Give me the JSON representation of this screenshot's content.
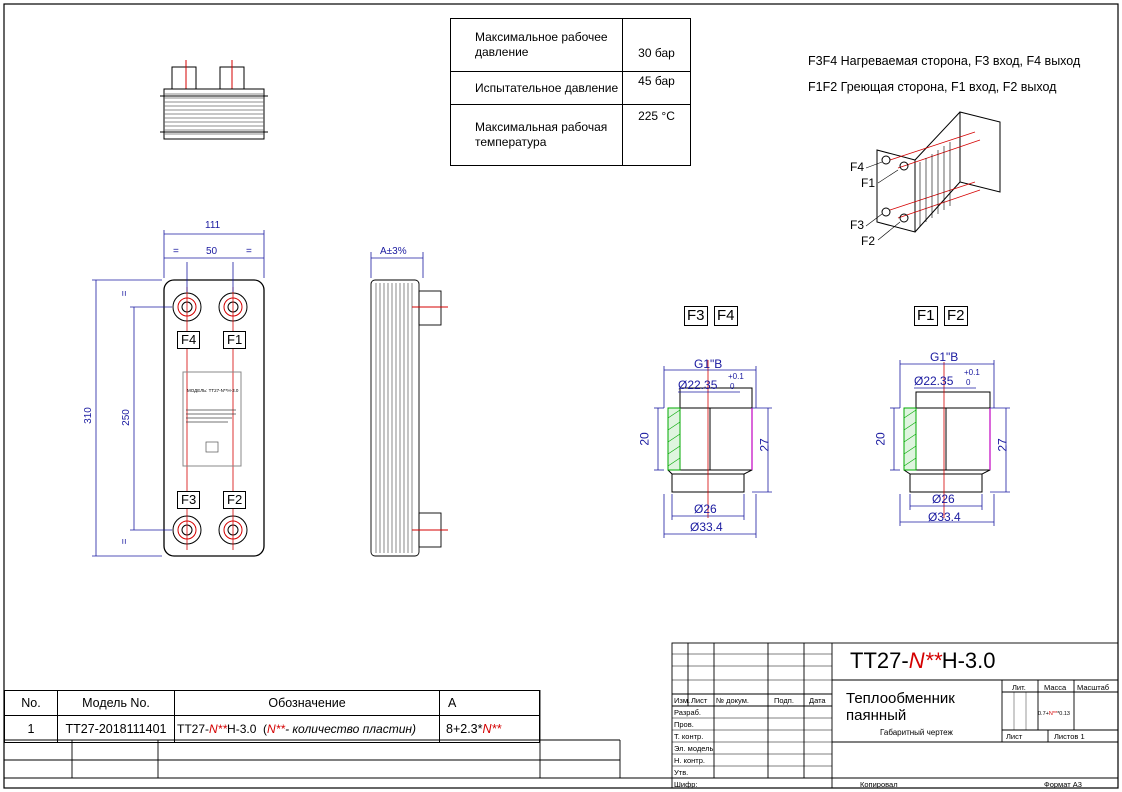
{
  "spec_table": [
    {
      "label": "Максимальное рабочее давление",
      "value": "30 бар"
    },
    {
      "label": "Испытательное давление",
      "value": "45 бар"
    },
    {
      "label": "Максимальная рабочая температура",
      "value": "225 °C"
    }
  ],
  "legend": {
    "line1": "F3F4 Нагреваемая сторона, F3 вход, F4 выход",
    "line2": "F1F2 Греющая сторона, F1 вход, F2 выход"
  },
  "iso_labels": {
    "f4": "F4",
    "f1": "F1",
    "f3": "F3",
    "f2": "F2"
  },
  "front_view": {
    "dim_width": "111",
    "dim_inner": "50",
    "eq": "=",
    "dim_height": "310",
    "dim_inner_height": "250",
    "ports": {
      "f4": "F4",
      "f1": "F1",
      "f3": "F3",
      "f2": "F2"
    },
    "nameplate_model": "МОДЕЛЬ: TT27-N**H-3.0"
  },
  "side_view": {
    "dim_a": "A±3%"
  },
  "section_left": {
    "labels": [
      "F3",
      "F4"
    ],
    "thread": "G1\"B",
    "d_inner": "Ø22.35",
    "tol_plus": "+0.1",
    "tol_zero": "0",
    "h_left": "20",
    "h_right": "27",
    "d_26": "Ø26",
    "d_33": "Ø33.4"
  },
  "section_right": {
    "labels": [
      "F1",
      "F2"
    ],
    "thread": "G1\"B",
    "d_inner": "Ø22.35",
    "tol_plus": "+0.1",
    "tol_zero": "0",
    "h_left": "20",
    "h_right": "27",
    "d_26": "Ø26",
    "d_33": "Ø33.4"
  },
  "parts_table": {
    "headers": [
      "No.",
      "Модель No.",
      "Обозначение",
      "A"
    ],
    "row": {
      "no": "1",
      "model": "TT27-2018111401",
      "designation_prefix": "TT27-",
      "designation_n": "N**",
      "designation_suffix": "H-3.0",
      "designation_open": "(",
      "designation_note_n": "N**",
      "designation_note": "- количество пластин)",
      "a_prefix": "8+2.3*",
      "a_n": "N**"
    }
  },
  "title_block": {
    "code_prefix": "TT27-",
    "code_n": "N**",
    "code_suffix": "H-3.0",
    "name_line1": "Теплообменник",
    "name_line2": "паянный",
    "subtitle": "Габаритный чертеж",
    "col_izm": "Изм.",
    "col_list": "Лист",
    "col_doc": "№ докум.",
    "col_podp": "Подп.",
    "col_data": "Дата",
    "rows": [
      "Разраб.",
      "Пров.",
      "Т. контр.",
      "Эл. модель",
      "Н. контр.",
      "Утв."
    ],
    "lit": "Лит.",
    "massa": "Масса",
    "masshtab": "Масштаб",
    "mass_formula_prefix": "0.7+",
    "mass_formula_n": "N**",
    "mass_formula_suffix": "*0.13",
    "sheet": "Лист",
    "sheets": "Листов 1",
    "shifr": "Шифр:",
    "kopiroval": "Копировал",
    "format": "Формат A3"
  }
}
